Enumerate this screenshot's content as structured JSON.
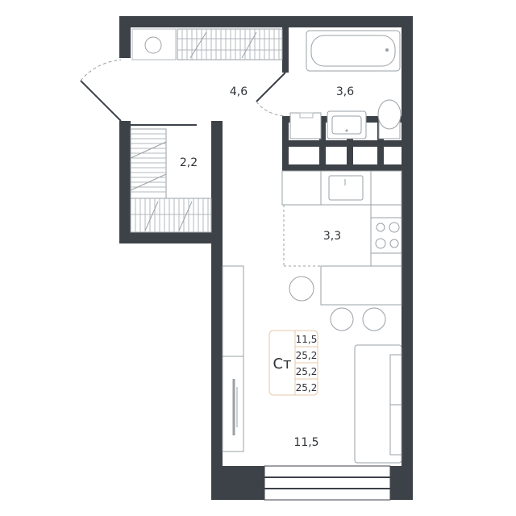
{
  "colors": {
    "wall": "#3d4249",
    "fixture_stroke": "#9aa0a6",
    "badge_border": "#e7c9a9",
    "text": "#2f3338"
  },
  "rooms": {
    "hallway_area": "4,6",
    "bathroom_area": "3,6",
    "closet_area": "2,2",
    "kitchen_area": "3,3",
    "living_area": "11,5"
  },
  "badge": {
    "type": "Ст",
    "values": [
      "11,5",
      "25,2",
      "25,2",
      "25,2"
    ]
  },
  "icons": {
    "stove": "stove-icon",
    "sink": "sink-icon",
    "bathtub": "bathtub-icon",
    "toilet": "toilet-icon",
    "sofa": "sofa-icon",
    "table": "round-table-icon",
    "stools": "stool-icon"
  }
}
